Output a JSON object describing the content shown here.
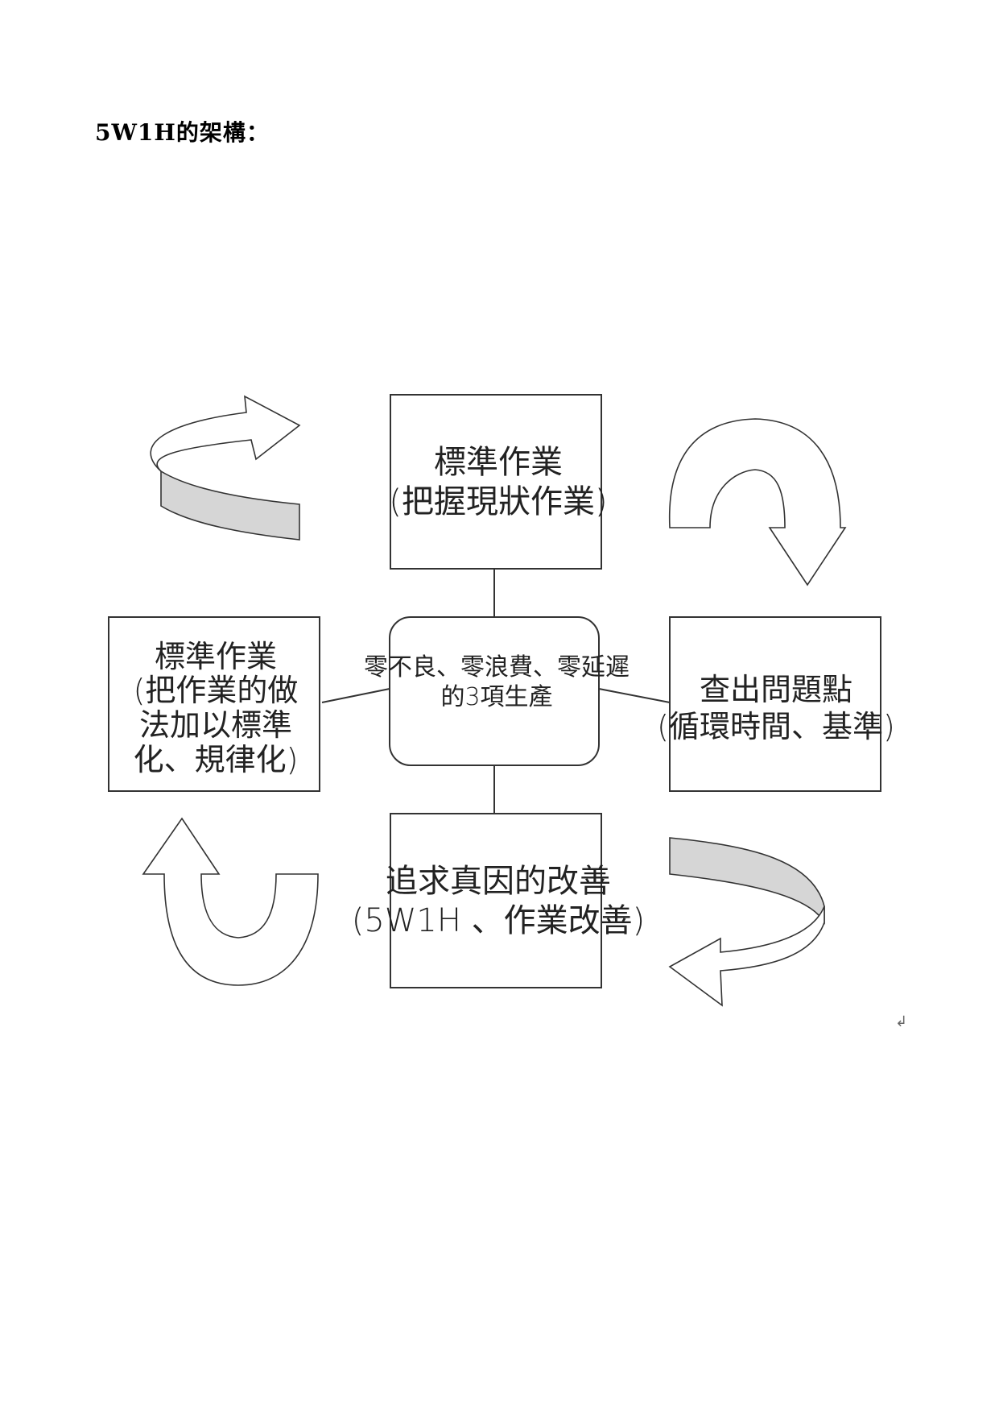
{
  "heading": "5W1H的架構：",
  "boxes": {
    "top": {
      "line1": "標準作業",
      "line2": "(把握現狀作業)"
    },
    "left": {
      "line1": "標準作業",
      "line2": "(把作業的做",
      "line3": "法加以標準",
      "line4": "化、規律化)"
    },
    "right": {
      "line1": "查出問題點",
      "line2": "(循環時間、基準)"
    },
    "bottom": {
      "line1": "追求真因的改善",
      "line2": "(5W1H 、作業改善)"
    },
    "center": {
      "line1": "零不良、零浪費、零延遲",
      "line2": "的3項生產"
    }
  },
  "paragraph_mark": "↲"
}
